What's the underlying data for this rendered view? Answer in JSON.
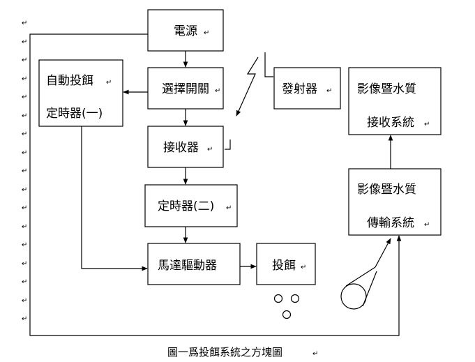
{
  "nodes": {
    "power": "電源",
    "selector": "選擇開關",
    "auto_timer_line1": "自動投餌",
    "auto_timer_line2": "定時器(一)",
    "transmitter": "發射器",
    "receiver": "接收器",
    "timer2": "定時器(二)",
    "motor_driver": "馬達驅動器",
    "feeding": "投餌",
    "video_rx_line1": "影像暨水質",
    "video_rx_line2": "接收系統",
    "video_tx_line1": "影像暨水質",
    "video_tx_line2": "傳輸系統"
  },
  "paragraph_mark": "↵",
  "caption": "圖一爲投餌系統之方塊圖"
}
